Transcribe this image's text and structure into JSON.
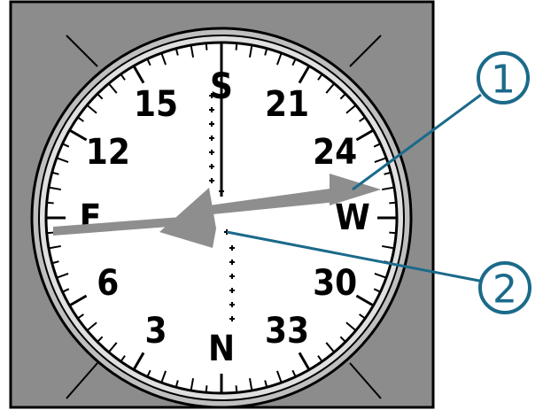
{
  "dial": {
    "labels": [
      {
        "text": "S",
        "bearing": 0
      },
      {
        "text": "21",
        "bearing": 30
      },
      {
        "text": "24",
        "bearing": 60
      },
      {
        "text": "W",
        "bearing": 90
      },
      {
        "text": "30",
        "bearing": 120
      },
      {
        "text": "33",
        "bearing": 150
      },
      {
        "text": "N",
        "bearing": 180
      },
      {
        "text": "3",
        "bearing": 210
      },
      {
        "text": "6",
        "bearing": 240
      },
      {
        "text": "E",
        "bearing": 270
      },
      {
        "text": "12",
        "bearing": 300
      },
      {
        "text": "15",
        "bearing": 330
      }
    ]
  },
  "callouts": [
    {
      "number": "1"
    },
    {
      "number": "2"
    }
  ],
  "colors": {
    "panel": "#8c8c8c",
    "bezel": "#bfbfbf",
    "dial_face": "#ffffff",
    "needle": "#8e8e8e",
    "ink": "#000000",
    "callout_stroke": "#1b6a8a",
    "callout_text": "#1b6a8a"
  }
}
